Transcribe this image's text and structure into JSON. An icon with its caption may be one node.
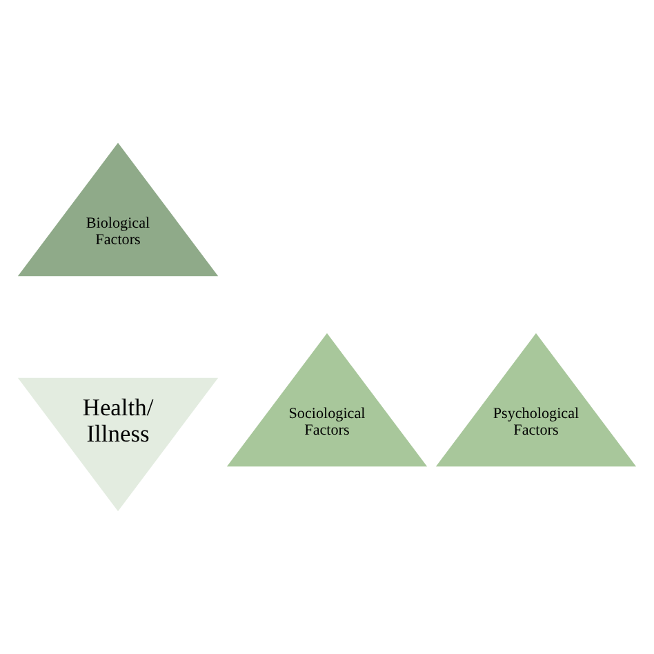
{
  "diagram": {
    "nodes": [
      {
        "text": [
          "Biological Factors"
        ]
      },
      {
        "text": [
          "Health/ Illness"
        ]
      },
      {
        "text": [
          "Sociological Factors"
        ]
      },
      {
        "text": [
          "Psychological Factors"
        ]
      }
    ]
  }
}
